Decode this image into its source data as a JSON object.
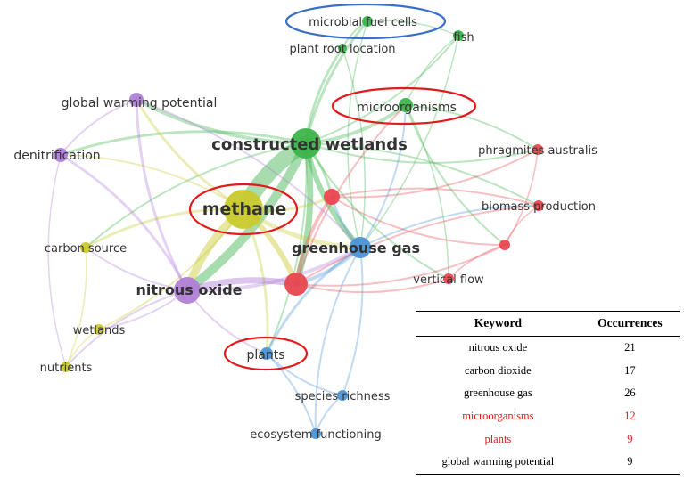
{
  "network": {
    "nodes": [
      {
        "id": "constructed-wetlands",
        "label": "constructed wetlands",
        "cluster": "green"
      },
      {
        "id": "microbial-fuel-cells",
        "label": "microbial fuel cells",
        "cluster": "green"
      },
      {
        "id": "fish",
        "label": "fish",
        "cluster": "green"
      },
      {
        "id": "plant-root-location",
        "label": "plant root location",
        "cluster": "green"
      },
      {
        "id": "microorganisms",
        "label": "microorganisms",
        "cluster": "green"
      },
      {
        "id": "global-warming-potential",
        "label": "global warming potential",
        "cluster": "purple"
      },
      {
        "id": "denitrification",
        "label": "denitrification",
        "cluster": "purple"
      },
      {
        "id": "nitrous-oxide",
        "label": "nitrous oxide",
        "cluster": "purple"
      },
      {
        "id": "methane",
        "label": "methane",
        "cluster": "yellow"
      },
      {
        "id": "carbon-source",
        "label": "carbon source",
        "cluster": "yellow"
      },
      {
        "id": "wetlands",
        "label": "wetlands",
        "cluster": "yellow"
      },
      {
        "id": "nutrients",
        "label": "nutrients",
        "cluster": "yellow"
      },
      {
        "id": "greenhouse-gas",
        "label": "greenhouse gas",
        "cluster": "blue"
      },
      {
        "id": "plants",
        "label": "plants",
        "cluster": "blue"
      },
      {
        "id": "species-richness",
        "label": "species richness",
        "cluster": "blue"
      },
      {
        "id": "ecosystem-functioning",
        "label": "ecosystem functioning",
        "cluster": "blue"
      },
      {
        "id": "phragmites-australis",
        "label": "phragmites australis",
        "cluster": "red"
      },
      {
        "id": "biomass-production",
        "label": "biomass production",
        "cluster": "red"
      },
      {
        "id": "vertical-flow",
        "label": "vertical flow",
        "cluster": "red"
      },
      {
        "id": "carbon-dioxide",
        "label": "",
        "cluster": "red"
      },
      {
        "id": "red-node-a",
        "label": "",
        "cluster": "red"
      },
      {
        "id": "red-node-b",
        "label": "",
        "cluster": "red"
      }
    ],
    "highlighted": [
      "microbial-fuel-cells",
      "microorganisms",
      "methane",
      "plants"
    ],
    "colors": {
      "green": "#3cb44b",
      "purple": "#b07fd6",
      "yellow": "#c9c92e",
      "blue": "#4d94d6",
      "red": "#e8474f",
      "highlight_red": "#e31a1c",
      "highlight_blue": "#3a6fc8"
    }
  },
  "table": {
    "headers": [
      "Keyword",
      "Occurrences"
    ],
    "rows": [
      {
        "keyword": "nitrous oxide",
        "occurrences": "21",
        "highlight": false
      },
      {
        "keyword": "carbon dioxide",
        "occurrences": "17",
        "highlight": false
      },
      {
        "keyword": "greenhouse gas",
        "occurrences": "26",
        "highlight": false
      },
      {
        "keyword": "microorganisms",
        "occurrences": "12",
        "highlight": true
      },
      {
        "keyword": "plants",
        "occurrences": "9",
        "highlight": true
      },
      {
        "keyword": "global warming potential",
        "occurrences": "9",
        "highlight": false
      }
    ]
  }
}
